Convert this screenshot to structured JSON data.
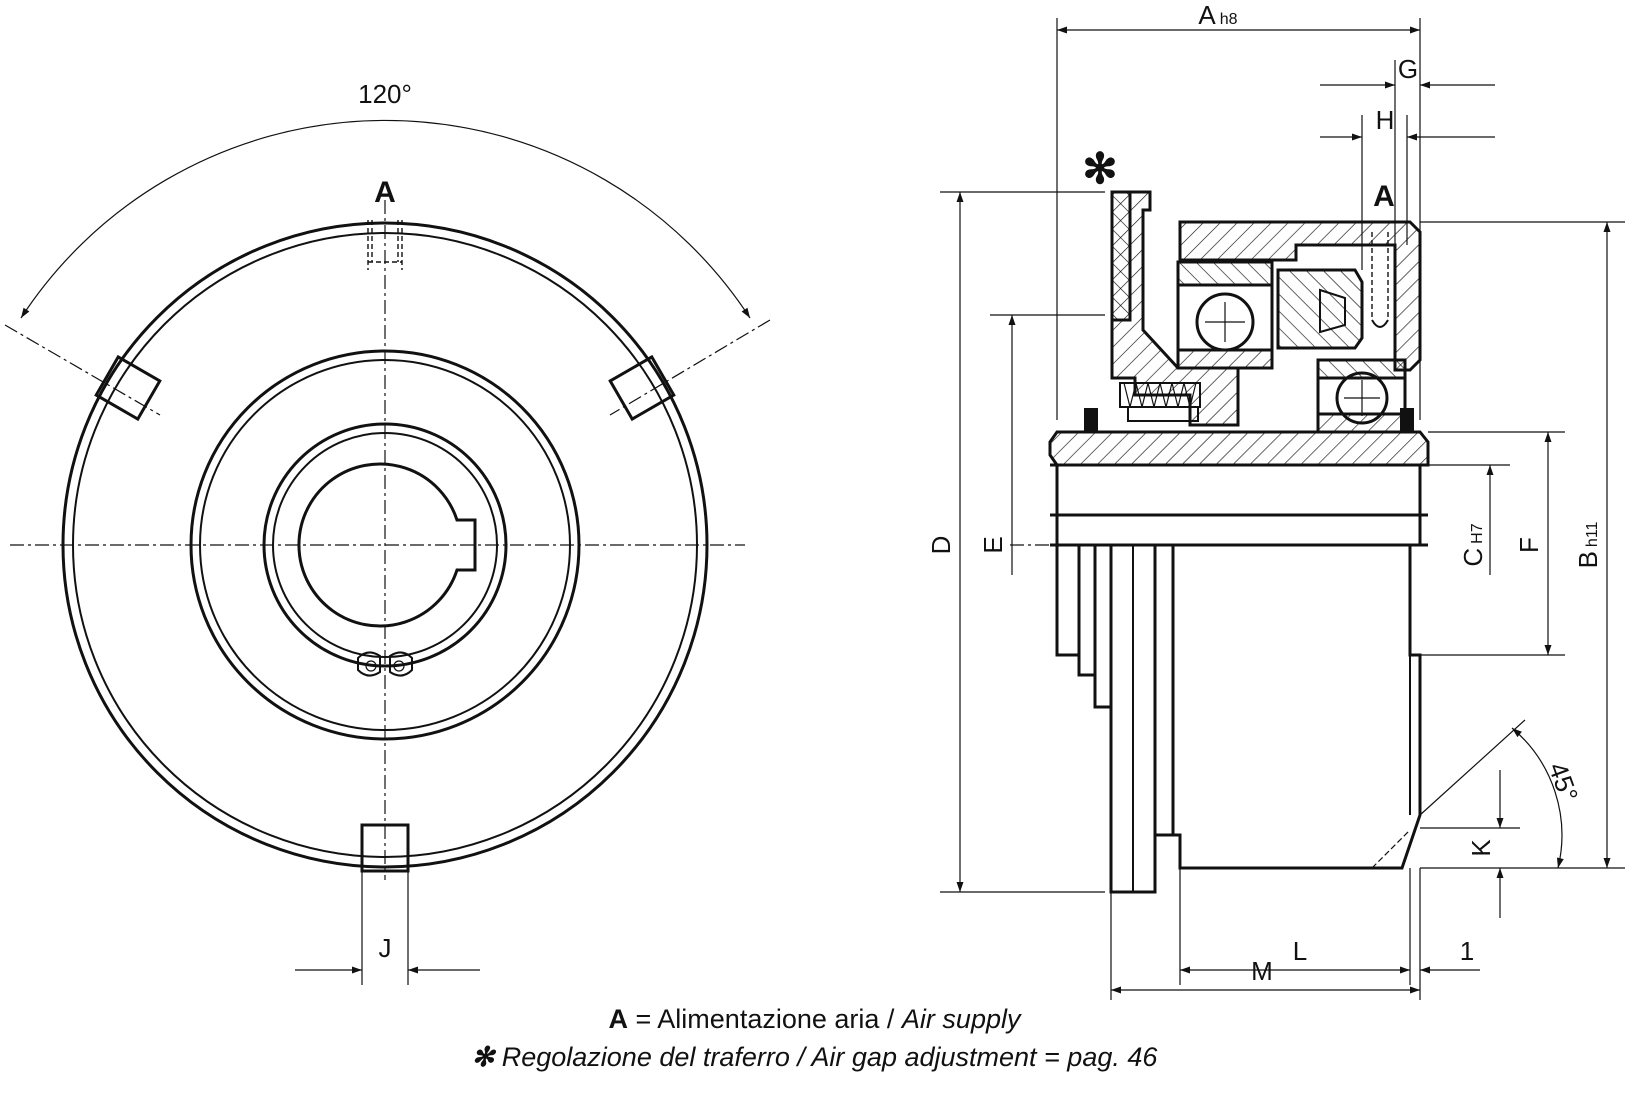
{
  "front_view": {
    "angle_label": "120°",
    "air_supply_marker": "A",
    "key_width_label": "J"
  },
  "section_view": {
    "dimensions": {
      "A": "A",
      "A_tol": "h8",
      "G": "G",
      "H": "H",
      "D": "D",
      "E": "E",
      "C": "C",
      "C_tol": "H7",
      "F": "F",
      "B": "B",
      "B_tol": "h11",
      "K": "K",
      "L": "L",
      "M": "M",
      "one": "1",
      "angle": "45°"
    },
    "air_supply_marker": "A",
    "gap_marker": "✻"
  },
  "legend": {
    "air_key": "A",
    "air_eq": " = Alimentazione aria / ",
    "air_en": "Air supply",
    "gap_symbol": "✻",
    "gap_text": "  Regolazione del traferro  /  Air gap adjustment = pag. 46"
  }
}
